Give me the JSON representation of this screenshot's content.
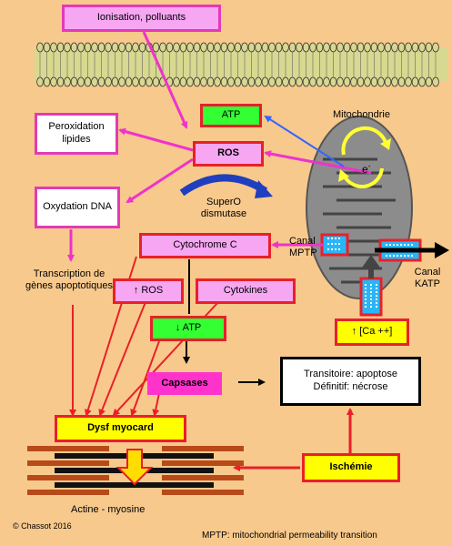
{
  "boxes": {
    "ionisation": "Ionisation, polluants",
    "atp": "ATP",
    "ros": "ROS",
    "peroxidation": "Peroxidation lipides",
    "oxydation": "Oxydation DNA",
    "cytochrome": "Cytochrome C",
    "ros_up": "↑ ROS",
    "cytokines": "Cytokines",
    "atp_down": "↓ ATP",
    "capsases": "Capsases",
    "outcome_line1": "Transitoire: apoptose",
    "outcome_line2": "Définitif: nécrose",
    "calcium": "↑ [Ca ++]",
    "dysf": "Dysf myocard",
    "ischemie": "Ischémie"
  },
  "labels": {
    "mitochondrie": "Mitochondrie",
    "electron": "e",
    "superoxide": "SuperO dismutase",
    "transcription": "Transcription de gènes apoptotiques",
    "canal_mptp": "Canal MPTP",
    "canal_katp": "Canal KATP",
    "actine": "Actine - myosine",
    "copyright": "© Chassot 2016",
    "footnote": "MPTP: mitochondrial permeability transition"
  },
  "colors": {
    "background": "#f8c98c",
    "pink_box": "#f7a6f2",
    "magenta_box": "#ff33cc",
    "green_box": "#33ff33",
    "yellow_box": "#ffff00",
    "red_border": "#e8202a",
    "magenta_arrow": "#ee33cc",
    "membrane": "#d8d890",
    "mitochondria": "#8c8c8c",
    "channel_blue": "#29b6f6",
    "sarcomere": "#b84a1a"
  }
}
